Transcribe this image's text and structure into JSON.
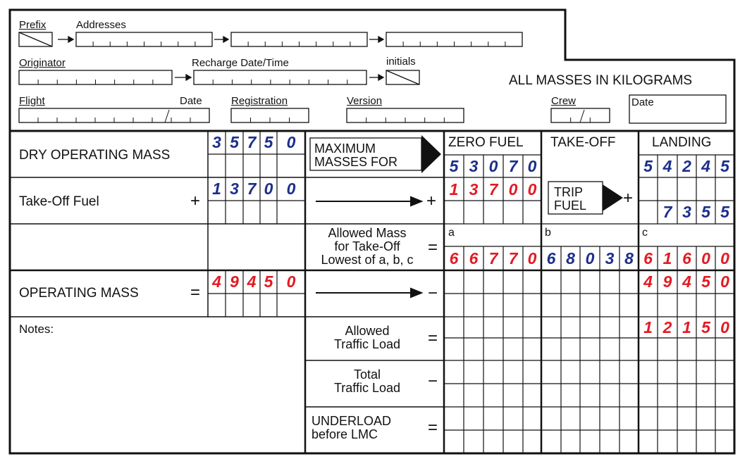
{
  "header": {
    "prefix": "Prefix",
    "addresses": "Addresses",
    "originator": "Originator",
    "recharge": "Recharge  Date/Time",
    "initials": "initials",
    "units_note": "ALL MASSES IN KILOGRAMS",
    "flight": "Flight",
    "date": "Date",
    "registration": "Registration",
    "version": "Version",
    "crew": "Crew",
    "date_box": "Date"
  },
  "rows": {
    "dom": {
      "label": "DRY OPERATING MASS"
    },
    "tof": {
      "label": "Take-Off Fuel",
      "op": "+"
    },
    "om": {
      "label": "OPERATING MASS",
      "op": "="
    },
    "notes": "Notes:"
  },
  "middle": {
    "max_line1": "MAXIMUM",
    "max_line2": "MASSES FOR",
    "allowed_line1": "Allowed Mass",
    "allowed_line2": "for Take-Off",
    "allowed_line3": "Lowest of a, b, c",
    "atl_line1": "Allowed",
    "atl_line2": "Traffic Load",
    "ttl_line1": "Total",
    "ttl_line2": "Traffic Load",
    "ul_line1": "UNDERLOAD",
    "ul_line2": "before LMC",
    "plus": "+",
    "minus": "−",
    "equals": "="
  },
  "columns": {
    "zero_fuel": "ZERO FUEL",
    "take_off": "TAKE-OFF",
    "landing": "LANDING",
    "trip_line1": "TRIP",
    "trip_line2": "FUEL",
    "a": "a",
    "b": "b",
    "c": "c"
  },
  "values": {
    "dry_operating_mass": "35750",
    "take_off_fuel": "13700",
    "operating_mass": "49450",
    "max_zero_fuel": "53070",
    "zero_fuel_take_off_fuel": "13700",
    "allowed_take_off_a": "66770",
    "allowed_take_off_b": "68038",
    "allowed_take_off_c": "61600",
    "max_landing": "54245",
    "trip_fuel": "7355",
    "landing_operating_mass": "49450",
    "allowed_traffic_load_landing": "12150"
  },
  "colors": {
    "blue": "#1c2f8c",
    "red": "#e21b22"
  }
}
